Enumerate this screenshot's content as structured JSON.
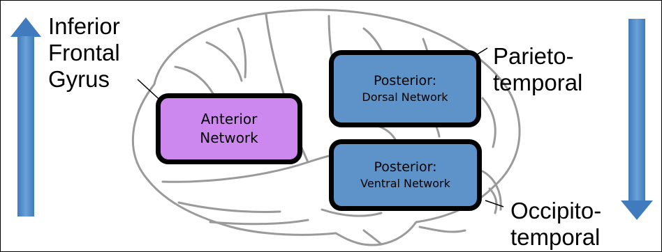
{
  "colors": {
    "arrow": "#4a86c5",
    "anterior_fill": "#cc88ee",
    "posterior_fill": "#5e93c9",
    "brain_line": "#9a9a9a"
  },
  "labels": {
    "inferior_frontal": [
      "Inferior",
      "Frontal",
      "Gyrus"
    ],
    "parieto_temporal": [
      "Parieto-",
      "temporal"
    ],
    "occipito_temporal": [
      "Occipito-",
      "temporal"
    ]
  },
  "boxes": {
    "anterior": {
      "line1": "Anterior",
      "line2": "Network"
    },
    "dorsal": {
      "line1": "Posterior:",
      "line2": "Dorsal Network"
    },
    "ventral": {
      "line1": "Posterior:",
      "line2": "Ventral Network"
    }
  },
  "arrows": {
    "left": {
      "direction": "up",
      "icon": "up-arrow-icon"
    },
    "right": {
      "direction": "down",
      "icon": "down-arrow-icon"
    }
  }
}
